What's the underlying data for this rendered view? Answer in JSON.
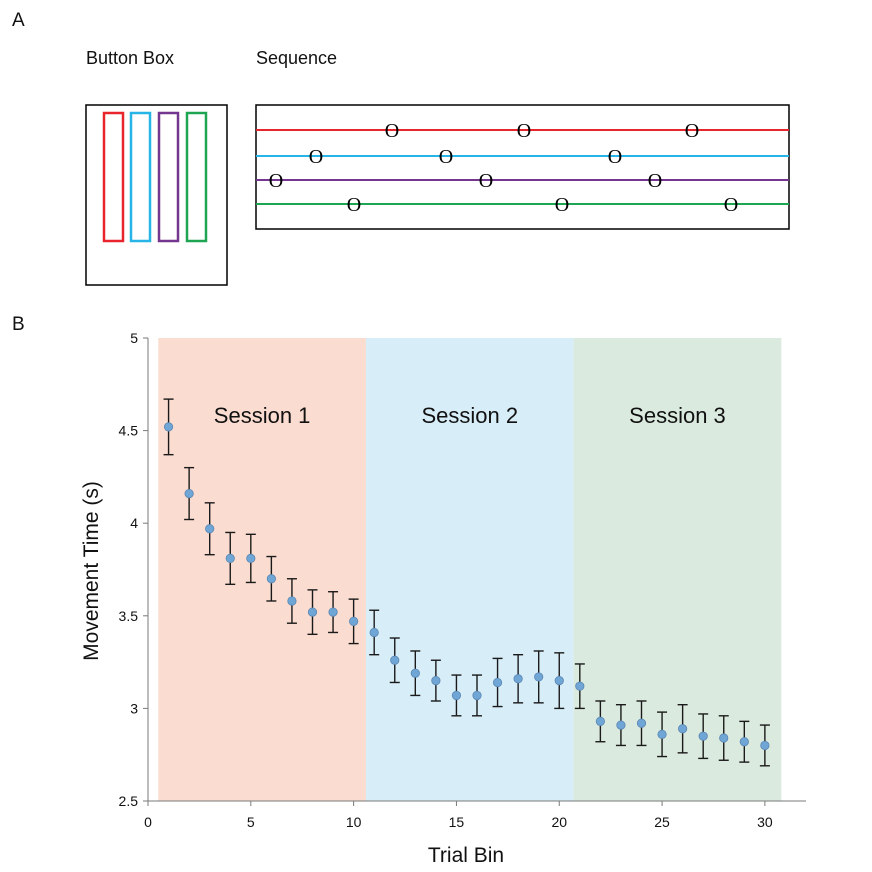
{
  "figure": {
    "panel_a_letter": "A",
    "panel_b_letter": "B",
    "button_box_title": "Button Box",
    "sequence_title": "Sequence",
    "note_symbol": "O"
  },
  "colors": {
    "red": "#e8252d",
    "cyan": "#27b4e6",
    "purple": "#74368f",
    "green": "#1ea552",
    "session1_bg": "#fadcd0",
    "session2_bg": "#d7edf8",
    "session3_bg": "#dbeadf",
    "marker": "#6fa6d6"
  },
  "button_box": {
    "buttons": [
      {
        "name": "red",
        "color": "#e8252d"
      },
      {
        "name": "cyan",
        "color": "#27b4e6"
      },
      {
        "name": "purple",
        "color": "#74368f"
      },
      {
        "name": "green",
        "color": "#1ea552"
      }
    ]
  },
  "sequence": {
    "lines": [
      {
        "name": "red",
        "color": "#e8252d"
      },
      {
        "name": "cyan",
        "color": "#27b4e6"
      },
      {
        "name": "purple",
        "color": "#74368f"
      },
      {
        "name": "green",
        "color": "#1ea552"
      }
    ]
  },
  "chart_data": {
    "type": "scatter",
    "xlabel": "Trial Bin",
    "ylabel": "Movement Time (s)",
    "xlim": [
      0,
      32
    ],
    "ylim": [
      2.5,
      5
    ],
    "x_ticks": [
      0,
      5,
      10,
      15,
      20,
      25,
      30
    ],
    "y_ticks": [
      2.5,
      3,
      3.5,
      4,
      4.5,
      5
    ],
    "grid": false,
    "sessions": [
      {
        "label": "Session 1",
        "x_start": 0.5,
        "x_end": 10.6,
        "color": "#fadcd0"
      },
      {
        "label": "Session 2",
        "x_start": 10.6,
        "x_end": 20.7,
        "color": "#d7edf8"
      },
      {
        "label": "Session 3",
        "x_start": 20.7,
        "x_end": 30.8,
        "color": "#dbeadf"
      }
    ],
    "series": [
      {
        "x": [
          1,
          2,
          3,
          4,
          5,
          6,
          7,
          8,
          9,
          10,
          11,
          12,
          13,
          14,
          15,
          16,
          17,
          18,
          19,
          20,
          21,
          22,
          23,
          24,
          25,
          26,
          27,
          28,
          29,
          30
        ],
        "y": [
          4.52,
          4.16,
          3.97,
          3.81,
          3.81,
          3.7,
          3.58,
          3.52,
          3.52,
          3.47,
          3.41,
          3.26,
          3.19,
          3.15,
          3.07,
          3.07,
          3.14,
          3.16,
          3.17,
          3.15,
          3.12,
          2.93,
          2.91,
          2.92,
          2.86,
          2.89,
          2.85,
          2.84,
          2.82,
          2.8
        ],
        "err": [
          0.15,
          0.14,
          0.14,
          0.14,
          0.13,
          0.12,
          0.12,
          0.12,
          0.11,
          0.12,
          0.12,
          0.12,
          0.12,
          0.11,
          0.11,
          0.11,
          0.13,
          0.13,
          0.14,
          0.15,
          0.12,
          0.11,
          0.11,
          0.12,
          0.12,
          0.13,
          0.12,
          0.12,
          0.11,
          0.11
        ]
      }
    ]
  }
}
